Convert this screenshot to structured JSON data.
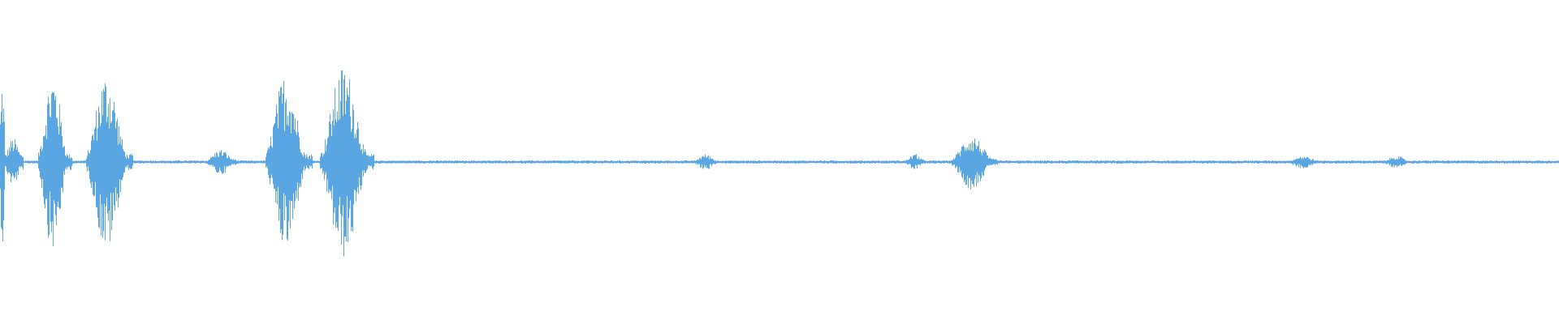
{
  "waveform": {
    "color": "#5aa6e2",
    "background": "#ffffff",
    "amplitude_range": [
      -1,
      1
    ],
    "duration": 1,
    "segments": [
      {
        "start": 0.0,
        "end": 0.003,
        "peak": 0.55,
        "floor": 0.3
      },
      {
        "start": 0.003,
        "end": 0.015,
        "peak": 0.15,
        "floor": 0.05
      },
      {
        "start": 0.024,
        "end": 0.046,
        "peak": 0.55,
        "floor": 0.05
      },
      {
        "start": 0.055,
        "end": 0.085,
        "peak": 0.55,
        "floor": 0.05
      },
      {
        "start": 0.133,
        "end": 0.152,
        "peak": 0.08,
        "floor": 0.02
      },
      {
        "start": 0.17,
        "end": 0.2,
        "peak": 0.55,
        "floor": 0.05
      },
      {
        "start": 0.205,
        "end": 0.24,
        "peak": 0.6,
        "floor": 0.05
      },
      {
        "start": 0.445,
        "end": 0.462,
        "peak": 0.05,
        "floor": 0.01
      },
      {
        "start": 0.58,
        "end": 0.595,
        "peak": 0.05,
        "floor": 0.01
      },
      {
        "start": 0.61,
        "end": 0.64,
        "peak": 0.17,
        "floor": 0.02
      },
      {
        "start": 0.826,
        "end": 0.848,
        "peak": 0.04,
        "floor": 0.01
      },
      {
        "start": 0.888,
        "end": 0.905,
        "peak": 0.04,
        "floor": 0.01
      }
    ],
    "noise_floor": 0.01
  }
}
